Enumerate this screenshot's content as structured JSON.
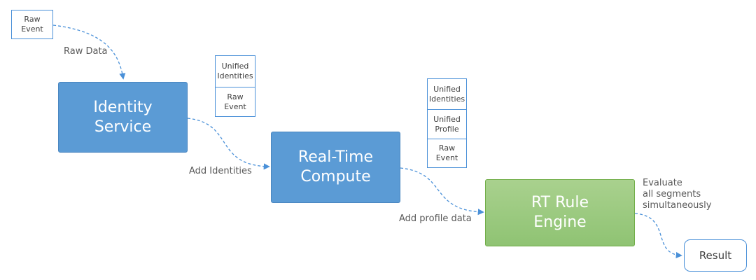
{
  "diagram": {
    "nodes": {
      "raw_event": {
        "line1": "Raw",
        "line2": "Event"
      },
      "identity_service": {
        "line1": "Identity",
        "line2": "Service"
      },
      "realtime_compute": {
        "line1": "Real-Time",
        "line2": "Compute"
      },
      "rt_rule_engine": {
        "line1": "RT Rule",
        "line2": "Engine"
      },
      "result": {
        "label": "Result"
      }
    },
    "payload_1": {
      "items": [
        {
          "line1": "Unified",
          "line2": "Identities"
        },
        {
          "line1": "Raw",
          "line2": "Event"
        }
      ]
    },
    "payload_2": {
      "items": [
        {
          "line1": "Unified",
          "line2": "Identities"
        },
        {
          "line1": "Unified",
          "line2": "Profile"
        },
        {
          "line1": "Raw",
          "line2": "Event"
        }
      ]
    },
    "edges": {
      "raw_data": "Raw Data",
      "add_identities": "Add Identities",
      "add_profile_data": "Add profile data",
      "evaluate": {
        "line1": "Evaluate",
        "line2": "all segments",
        "line3": "simultaneously"
      }
    },
    "colors": {
      "service_blue": "#5b9bd5",
      "engine_green": "#8fc373",
      "connector": "#4a90d8"
    }
  }
}
